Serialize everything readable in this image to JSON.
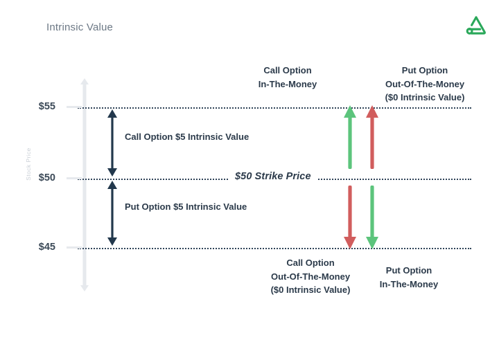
{
  "header": {
    "title": "Intrinsic Value",
    "logo_icon": "triangle-a-logo-icon"
  },
  "axis": {
    "y_label": "Stock Price",
    "ticks": [
      {
        "label": "$55",
        "value": 55
      },
      {
        "label": "$50",
        "value": 50
      },
      {
        "label": "$45",
        "value": 45
      }
    ]
  },
  "strike": {
    "label": "$50 Strike Price",
    "value": 50
  },
  "measures": [
    {
      "name": "call-intrinsic",
      "line1": "Call Option",
      "line2": "$5 Intrinsic Value",
      "from": 55,
      "to": 50,
      "color": "#22384c"
    },
    {
      "name": "put-intrinsic",
      "line1": "Put Option",
      "line2": "$5 Intrinsic Value",
      "from": 50,
      "to": 45,
      "color": "#22384c"
    }
  ],
  "annotations": {
    "call_itm": {
      "line1": "Call Option",
      "line2": "In-The-Money",
      "line3": ""
    },
    "put_otm": {
      "line1": "Put Option",
      "line2": "Out-Of-The-Money",
      "line3": "($0 Intrinsic Value)"
    },
    "call_otm": {
      "line1": "Call Option",
      "line2": "Out-Of-The-Money",
      "line3": "($0 Intrinsic Value)"
    },
    "put_itm": {
      "line1": "Put Option",
      "line2": "In-The-Money",
      "line3": ""
    }
  },
  "colors": {
    "green": "#5cc47c",
    "red": "#d15d5d",
    "navy": "#22384c",
    "grid": "#2e4257",
    "axis_gray": "#e6e9ed",
    "title_gray": "#6c7885",
    "logo_green": "#2aa85a"
  },
  "chart_data": {
    "type": "line",
    "title": "Intrinsic Value",
    "xlabel": "",
    "ylabel": "Stock Price",
    "ylim": [
      43,
      57
    ],
    "grid": true,
    "legend": "none",
    "gridlines": [
      55,
      50,
      45
    ],
    "tick_labels": [
      "$55",
      "$50",
      "$45"
    ],
    "strike_price": 50,
    "annotations": [
      {
        "name": "call-option-intrinsic",
        "text": "Call Option $5 Intrinsic Value",
        "kind": "double-arrow",
        "y_from": 55,
        "y_to": 50,
        "value": 5,
        "color": "#22384c"
      },
      {
        "name": "put-option-intrinsic",
        "text": "Put Option $5 Intrinsic Value",
        "kind": "double-arrow",
        "y_from": 50,
        "y_to": 45,
        "value": 5,
        "color": "#22384c"
      },
      {
        "name": "call-option-in-the-money",
        "text": "Call Option In-The-Money",
        "kind": "arrow-up",
        "y_from": 50,
        "y_to": 55,
        "color": "#5cc47c"
      },
      {
        "name": "put-option-out-of-the-money",
        "text": "Put Option Out-Of-The-Money ($0 Intrinsic Value)",
        "kind": "arrow-up",
        "y_from": 50,
        "y_to": 55,
        "value": 0,
        "color": "#d15d5d"
      },
      {
        "name": "call-option-out-of-the-money",
        "text": "Call Option Out-Of-The-Money ($0 Intrinsic Value)",
        "kind": "arrow-down",
        "y_from": 50,
        "y_to": 45,
        "value": 0,
        "color": "#d15d5d"
      },
      {
        "name": "put-option-in-the-money",
        "text": "Put Option In-The-Money",
        "kind": "arrow-down",
        "y_from": 50,
        "y_to": 45,
        "color": "#5cc47c"
      }
    ]
  }
}
